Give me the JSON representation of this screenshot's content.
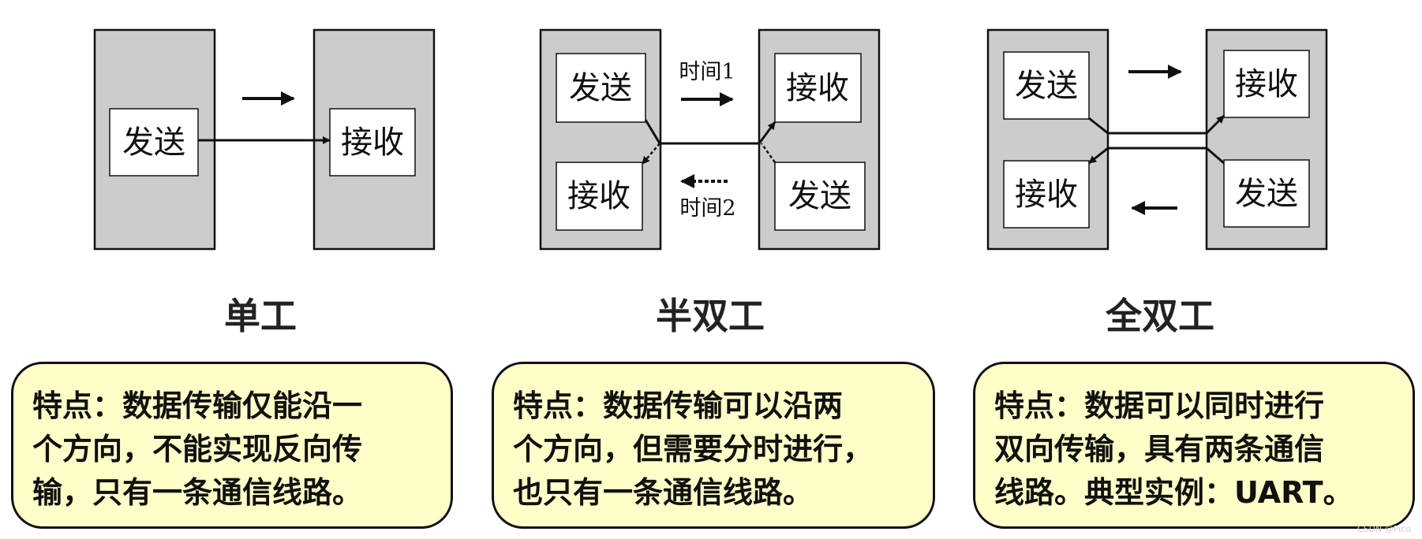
{
  "labels": {
    "send": "发送",
    "receive": "接收",
    "time1": "时间1",
    "time2": "时间2"
  },
  "modes": {
    "simplex": {
      "title": "单工",
      "desc_lines": [
        "特点：数据传输仅能沿一",
        "个方向，不能实现反向传",
        "输，只有一条通信线路。"
      ]
    },
    "half_duplex": {
      "title": "半双工",
      "desc_lines": [
        "特点：数据传输可以沿两",
        "个方向，但需要分时进行，",
        "也只有一条通信线路。"
      ]
    },
    "full_duplex": {
      "title": "全双工",
      "desc_lines": [
        "特点：数据可以同时进行",
        "双向传输，具有两条通信",
        "线路。典型实例：UART。"
      ]
    }
  },
  "watermark": "CSDN @Pico",
  "colors": {
    "device_fill": "#cccccc",
    "box_fill": "#ffffff",
    "desc_fill": "#fffec8",
    "stroke": "#111111"
  }
}
